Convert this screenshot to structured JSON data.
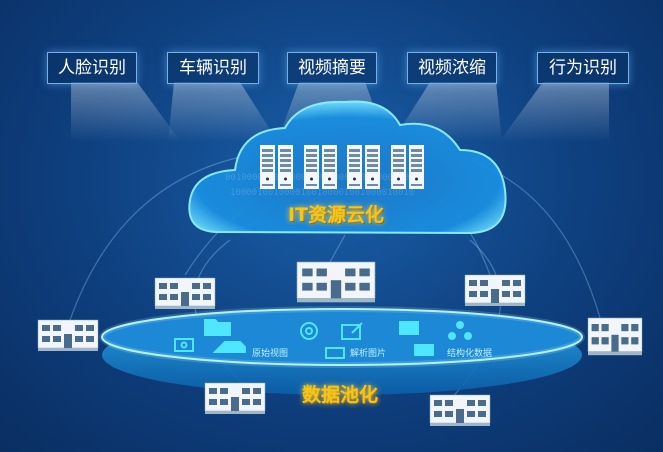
{
  "top_tags": [
    "人脸识别",
    "车辆识别",
    "视频摘要",
    "视频浓缩",
    "行为识别"
  ],
  "cloud_title": "IT资源云化",
  "pool_title": "数据池化",
  "pool_labels": [
    "原始视图",
    "解析图片",
    "结构化数据"
  ],
  "colors": {
    "accent_yellow": "#f5c518",
    "cyan": "#4fe6ff",
    "bg": "#0e3f7e"
  }
}
